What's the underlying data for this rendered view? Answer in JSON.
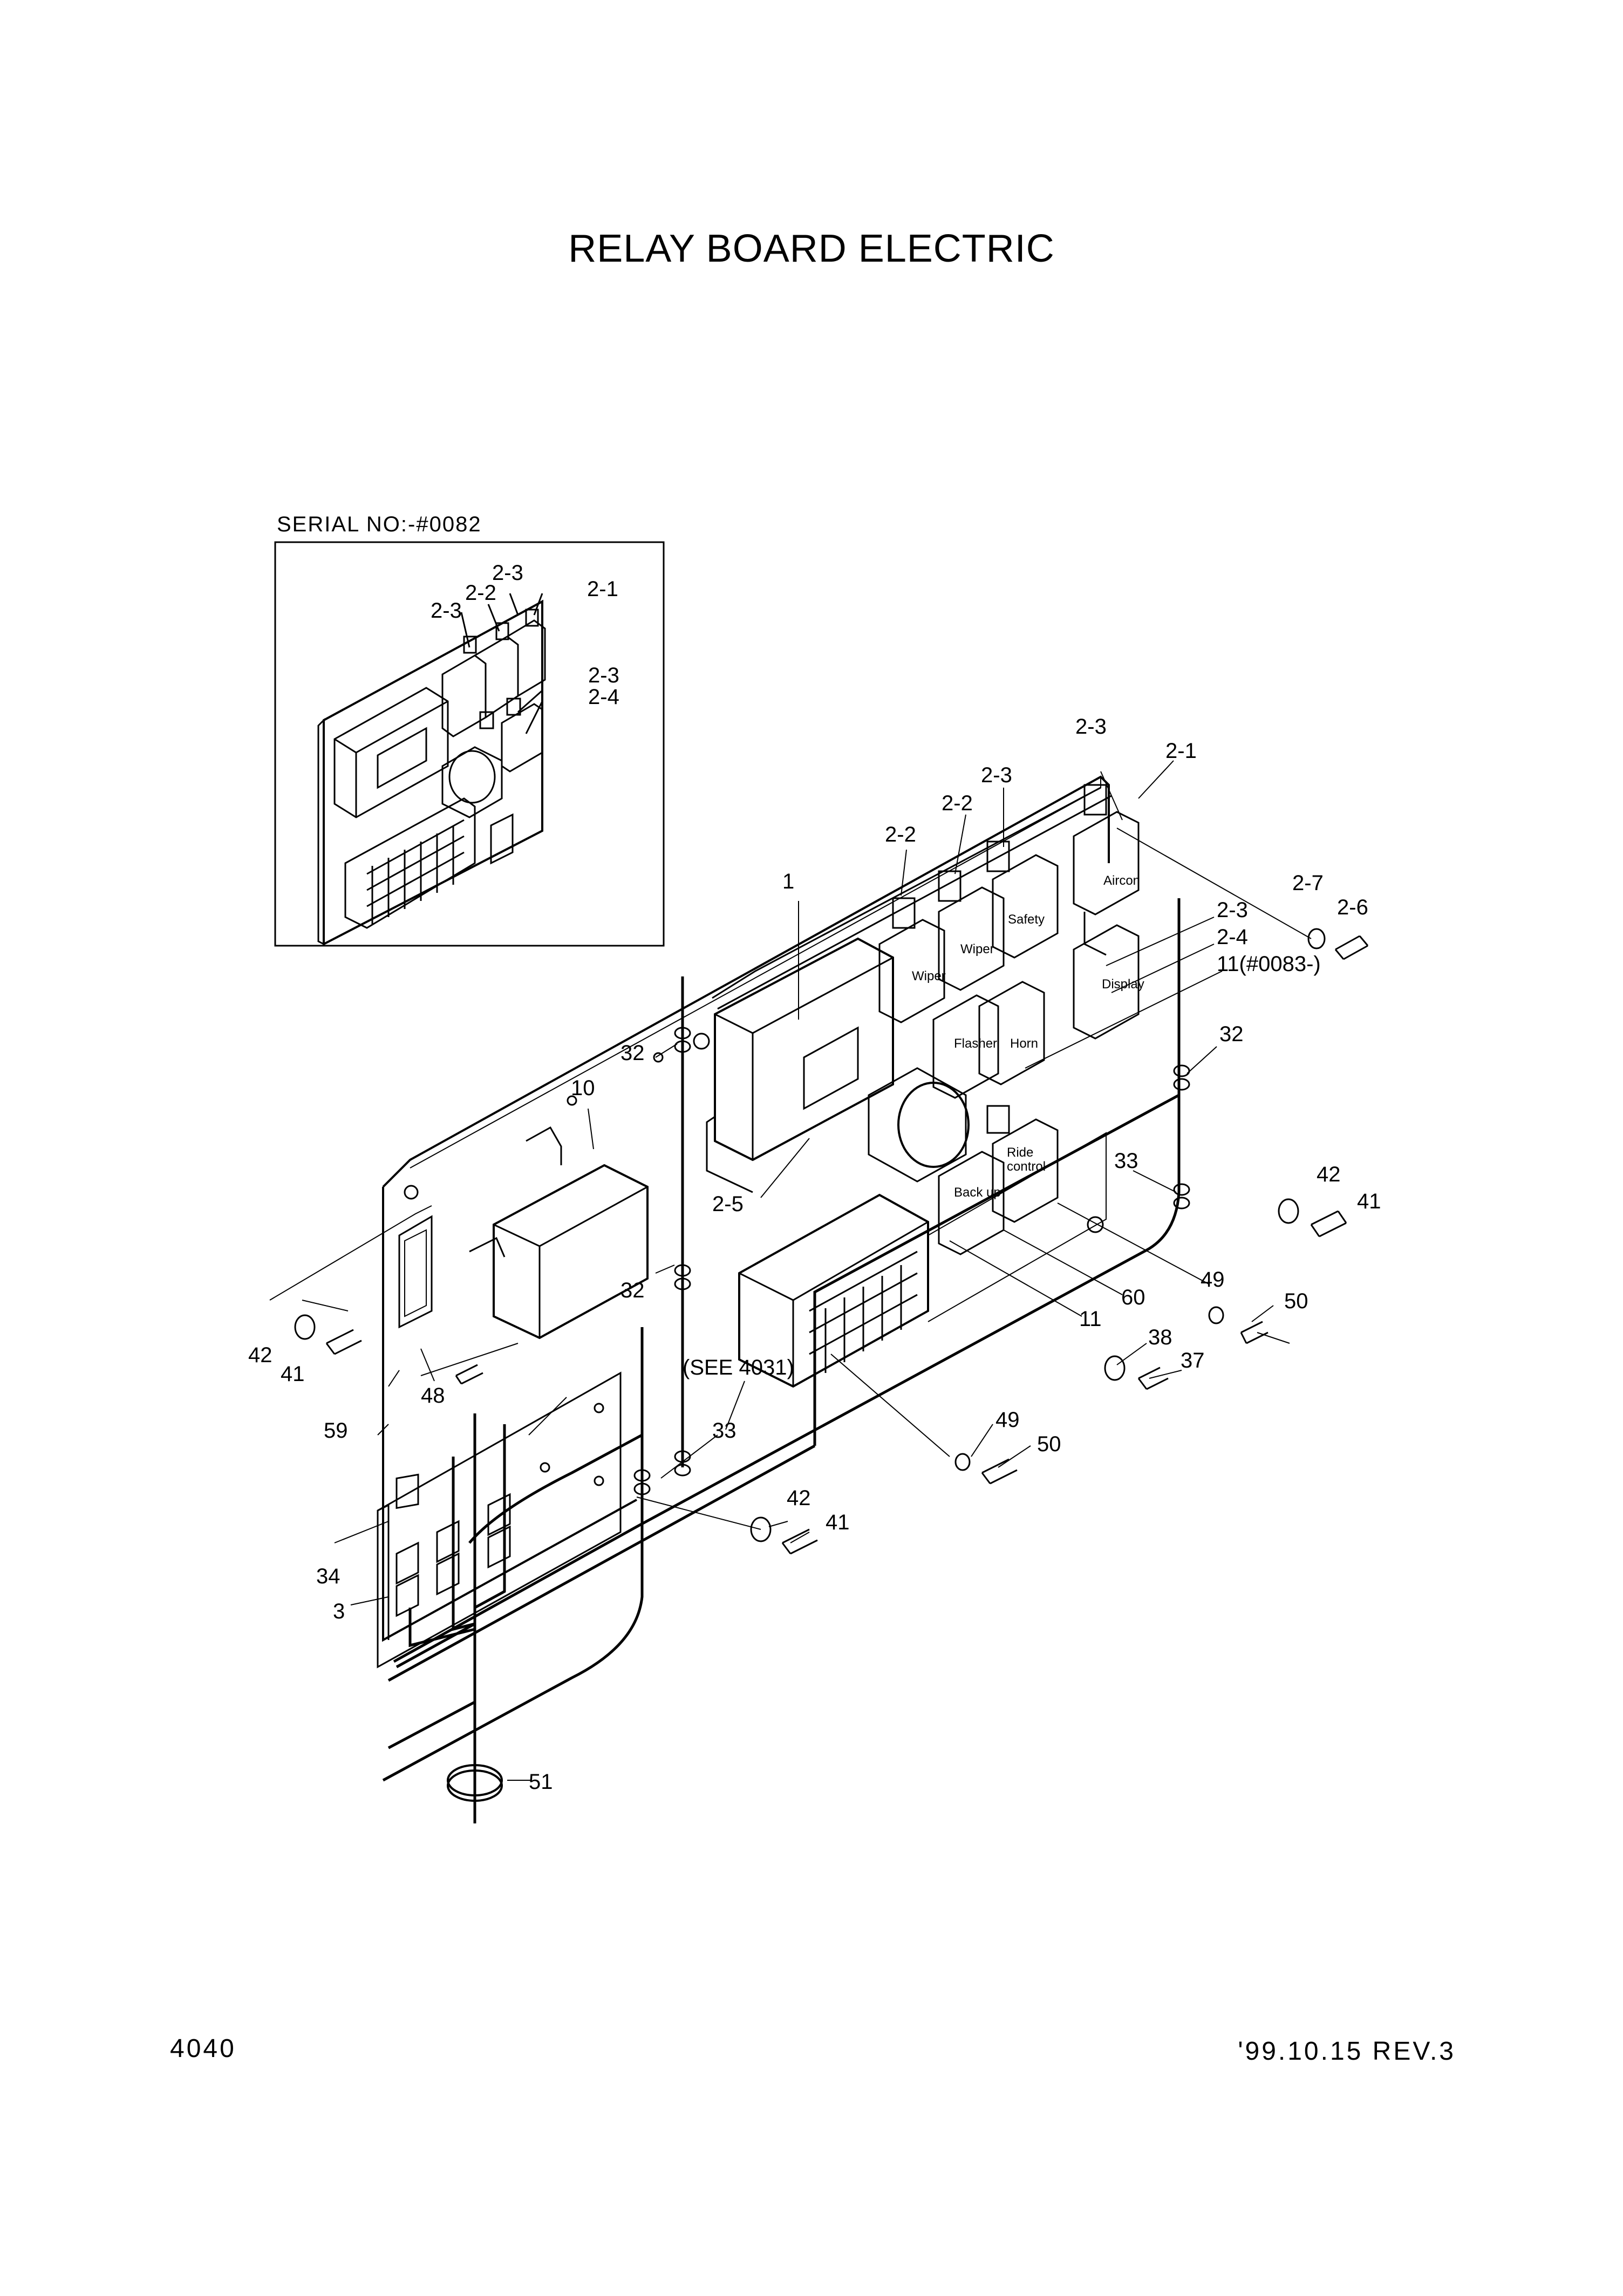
{
  "title": "RELAY BOARD ELECTRIC",
  "inset": {
    "label": "SERIAL NO:-#0082"
  },
  "footer": {
    "page_number": "4040",
    "revision": "'99.10.15  REV.3"
  },
  "relay_labels": {
    "aircon": "Aircon",
    "safety": "Safety",
    "wiper_1": "Wiper",
    "wiper_2": "Wiper",
    "display": "Display",
    "flasher": "Flasher",
    "horn": "Horn",
    "ride_1": "Ride",
    "ride_2": "control",
    "backup": "Back up"
  },
  "inset_callouts": {
    "c1": "2-3",
    "c2": "2-2",
    "c3": "2-3",
    "c4": "2-1",
    "c5": "2-3",
    "c6": "2-4"
  },
  "callouts": {
    "p2_3_top": "2-3",
    "p2_1": "2-1",
    "p2_3_b": "2-3",
    "p2_2_a": "2-2",
    "p2_2_b": "2-2",
    "p1": "1",
    "p2_7": "2-7",
    "p2_6": "2-6",
    "p2_3_c": "2-3",
    "p2_4": "2-4",
    "p11_serial": "11(#0083-)",
    "p32_a": "32",
    "p32_b": "32",
    "p32_c": "32",
    "p10": "10",
    "p42_a": "42",
    "p41_a": "41",
    "p33_a": "33",
    "p2_5": "2-5",
    "p49_a": "49",
    "p50_a": "50",
    "p60": "60",
    "p11": "11",
    "p38": "38",
    "p37": "37",
    "p42_b": "42",
    "p41_b": "41",
    "p48": "48",
    "p59": "59",
    "see": "(SEE 4031)",
    "p33_b": "33",
    "p49_b": "49",
    "p50_b": "50",
    "p42_c": "42",
    "p41_c": "41",
    "p34": "34",
    "p3": "3",
    "p51": "51"
  }
}
